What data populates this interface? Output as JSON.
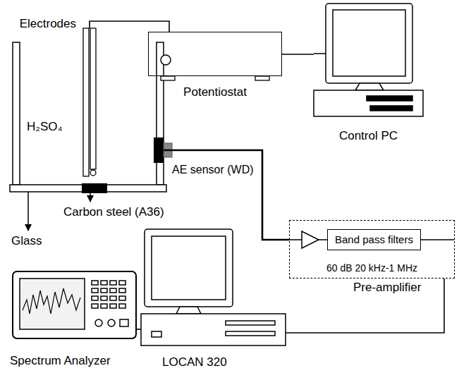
{
  "diagram": {
    "nodes": [
      {
        "text": [
          "Electrodes"
        ]
      },
      {
        "text": [
          "Potentiostat"
        ]
      },
      {
        "text": [
          "Control PC"
        ]
      },
      {
        "text": [
          "AE sensor (WD)"
        ]
      },
      {
        "text": [
          "60 dB 20 kHz-1 MHz",
          "Pre-amplifier"
        ]
      },
      {
        "text": [
          "Band pass filters"
        ],
        "in": 4
      },
      {
        "text": [
          "Spectrum Analyzer"
        ]
      },
      {
        "text": [
          "LOCAN 320"
        ]
      }
    ],
    "edges": [
      {
        "from": 0,
        "to": 1,
        "arrow": "none"
      },
      {
        "from": 1,
        "to": 2,
        "arrow": "none"
      },
      {
        "from": 3,
        "to": 4,
        "arrow": "none"
      },
      {
        "from": 4,
        "to": 7,
        "arrow": "none"
      },
      {
        "from": 7,
        "to": 6,
        "arrow": "none"
      }
    ],
    "labels": [
      "H₂SO₄",
      "Carbon steel (A36)",
      "Glass"
    ]
  }
}
